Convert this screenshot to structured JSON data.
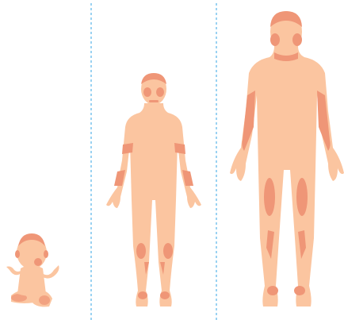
{
  "colors": {
    "background": "#ffffff",
    "skin": "#fbc5a0",
    "accent": "#ef9677",
    "divider": "#58b4e8"
  },
  "figures": [
    {
      "id": "baby",
      "icon": "seated-baby-icon"
    },
    {
      "id": "child",
      "icon": "standing-child-icon"
    },
    {
      "id": "adult",
      "icon": "standing-adult-icon"
    }
  ],
  "divider_style": "dashed-vertical"
}
